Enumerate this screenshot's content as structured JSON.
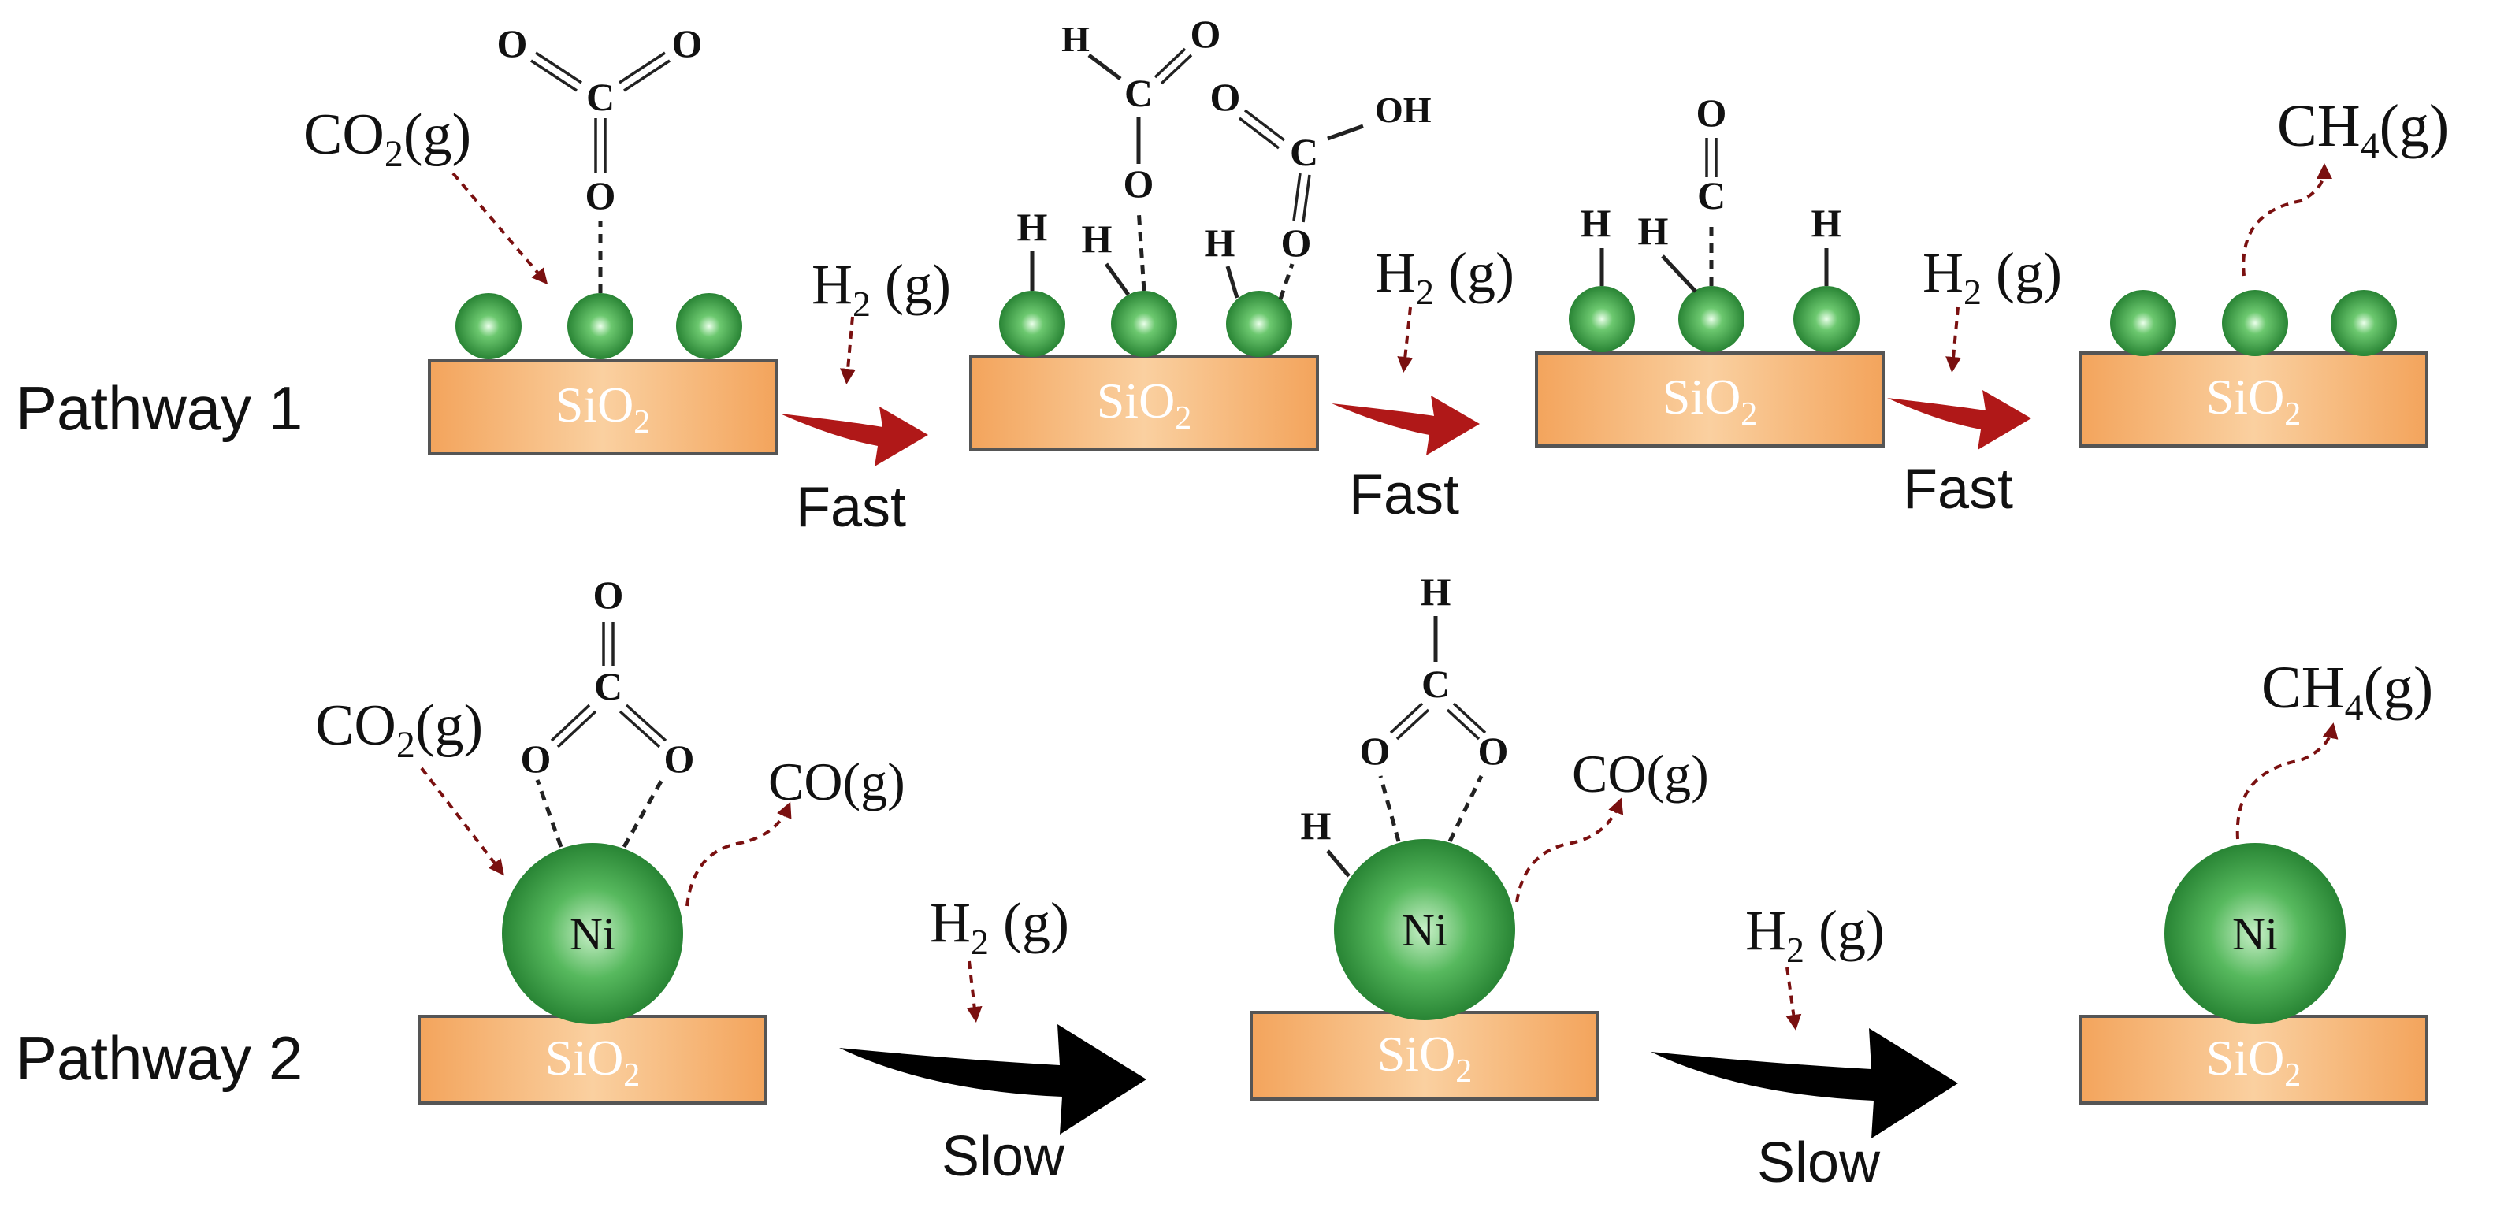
{
  "pathways": [
    {
      "label": "Pathway 1",
      "support": "SiO",
      "support_sub": "2",
      "gas_in": {
        "main": "CO",
        "sub": "2",
        "tail": "(g)"
      },
      "gas_out": {
        "main": "CH",
        "sub": "4",
        "tail": "(g)"
      },
      "h2": {
        "main": "H",
        "sub": "2",
        "tail": " (g)"
      },
      "step_word": "Fast",
      "step_arrow_color": "#b01818"
    },
    {
      "label": "Pathway 2",
      "support": "SiO",
      "support_sub": "2",
      "metal": "Ni",
      "gas_in": {
        "main": "CO",
        "sub": "2",
        "tail": "(g)"
      },
      "gas_out": {
        "main": "CH",
        "sub": "4",
        "tail": "(g)"
      },
      "byproduct": "CO(g)",
      "h2": {
        "main": "H",
        "sub": "2",
        "tail": " (g)"
      },
      "step_word": "Slow",
      "step_arrow_color": "#000000"
    }
  ],
  "atoms": {
    "C": "C",
    "O": "O",
    "H": "H",
    "OH": "OH"
  },
  "colors": {
    "support_fill": "#f6b46e",
    "support_stroke": "#555555",
    "particle": "#3aa544",
    "particle_dark": "#1d6b28",
    "dashed_arrow": "#7a1010"
  }
}
